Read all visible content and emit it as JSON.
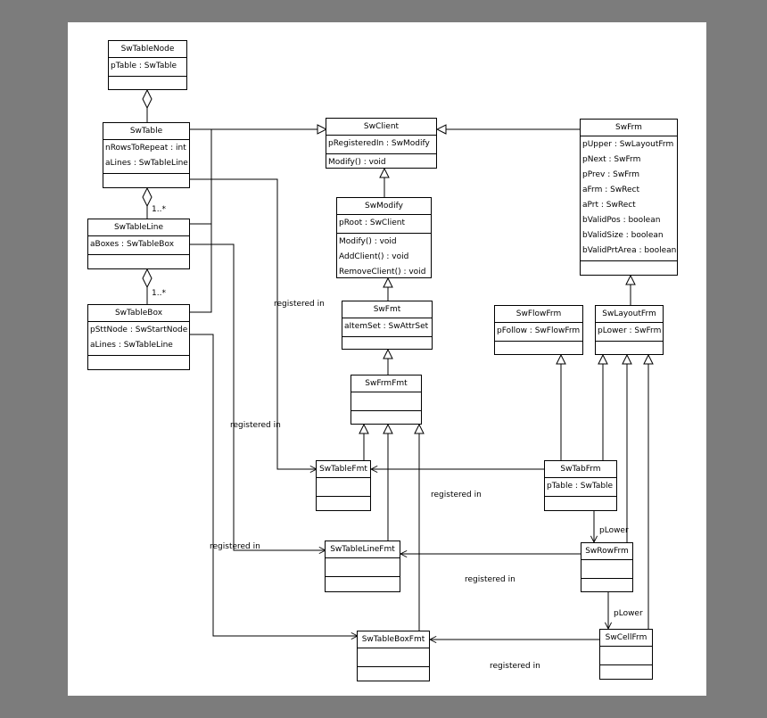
{
  "classes": {
    "swtablenode": {
      "name": "SwTableNode",
      "attrs": [
        "pTable : SwTable"
      ],
      "ops": []
    },
    "swtable": {
      "name": "SwTable",
      "attrs": [
        "nRowsToRepeat : int",
        "aLines : SwTableLine"
      ],
      "ops": []
    },
    "swtableline": {
      "name": "SwTableLine",
      "attrs": [
        "aBoxes : SwTableBox"
      ],
      "ops": []
    },
    "swtablebox": {
      "name": "SwTableBox",
      "attrs": [
        "pSttNode : SwStartNode",
        "aLines : SwTableLine"
      ],
      "ops": []
    },
    "swclient": {
      "name": "SwClient",
      "attrs": [
        "pRegisteredIn : SwModify"
      ],
      "ops": [
        "Modify() : void"
      ]
    },
    "swmodify": {
      "name": "SwModify",
      "attrs": [
        "pRoot : SwClient"
      ],
      "ops": [
        "Modify() : void",
        "AddClient() : void",
        "RemoveClient() : void"
      ]
    },
    "swfmt": {
      "name": "SwFmt",
      "attrs": [
        "aItemSet : SwAttrSet"
      ],
      "ops": []
    },
    "swfrmfmt": {
      "name": "SwFrmFmt",
      "attrs": [],
      "ops": []
    },
    "swtablefmt": {
      "name": "SwTableFmt",
      "attrs": [],
      "ops": []
    },
    "swtablelinefmt": {
      "name": "SwTableLineFmt",
      "attrs": [],
      "ops": []
    },
    "swtableboxfmt": {
      "name": "SwTableBoxFmt",
      "attrs": [],
      "ops": []
    },
    "swfrm": {
      "name": "SwFrm",
      "attrs": [
        "pUpper : SwLayoutFrm",
        "pNext : SwFrm",
        "pPrev : SwFrm",
        "aFrm : SwRect",
        "aPrt : SwRect",
        "bValidPos : boolean",
        "bValidSize : boolean",
        "bValidPrtArea : boolean"
      ],
      "ops": []
    },
    "swflowfrm": {
      "name": "SwFlowFrm",
      "attrs": [
        "pFollow : SwFlowFrm"
      ],
      "ops": []
    },
    "swlayoutfrm": {
      "name": "SwLayoutFrm",
      "attrs": [
        "pLower : SwFrm"
      ],
      "ops": []
    },
    "swtabfrm": {
      "name": "SwTabFrm",
      "attrs": [
        "pTable : SwTable"
      ],
      "ops": []
    },
    "swrowfrm": {
      "name": "SwRowFrm",
      "attrs": [],
      "ops": []
    },
    "swcellfrm": {
      "name": "SwCellFrm",
      "attrs": [],
      "ops": []
    }
  },
  "labels": {
    "multiplicity_lines": "1..*",
    "multiplicity_boxes": "1..*",
    "registered_in": "registered in",
    "plower": "pLower"
  }
}
